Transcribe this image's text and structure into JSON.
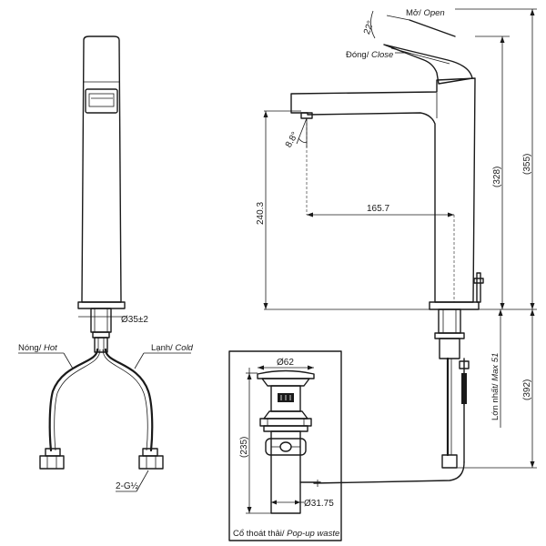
{
  "labels": {
    "hot": {
      "vi": "Nóng/",
      "en": "Hot"
    },
    "cold": {
      "vi": "Lạnh/",
      "en": "Cold"
    },
    "open": {
      "vi": "Mở/",
      "en": "Open"
    },
    "close": {
      "vi": "Đóng/",
      "en": "Close"
    },
    "popup": {
      "vi": "Cổ thoát thải/",
      "en": "Pop-up waste"
    },
    "max": {
      "vi": "Lớn nhất/",
      "en": "Max 51"
    }
  },
  "dimensions": {
    "base_dia": "Ø35±2",
    "thread": "2-G½",
    "handle_angle": "22°",
    "spout_angle": "8.8°",
    "reach": "165.7",
    "spout_height": "240.3",
    "body_height": "(328)",
    "total_height": "(355)",
    "hose_length": "(392)",
    "popup_top_dia": "Ø62",
    "popup_height": "(235)",
    "popup_pipe_dia": "Ø31.75"
  }
}
